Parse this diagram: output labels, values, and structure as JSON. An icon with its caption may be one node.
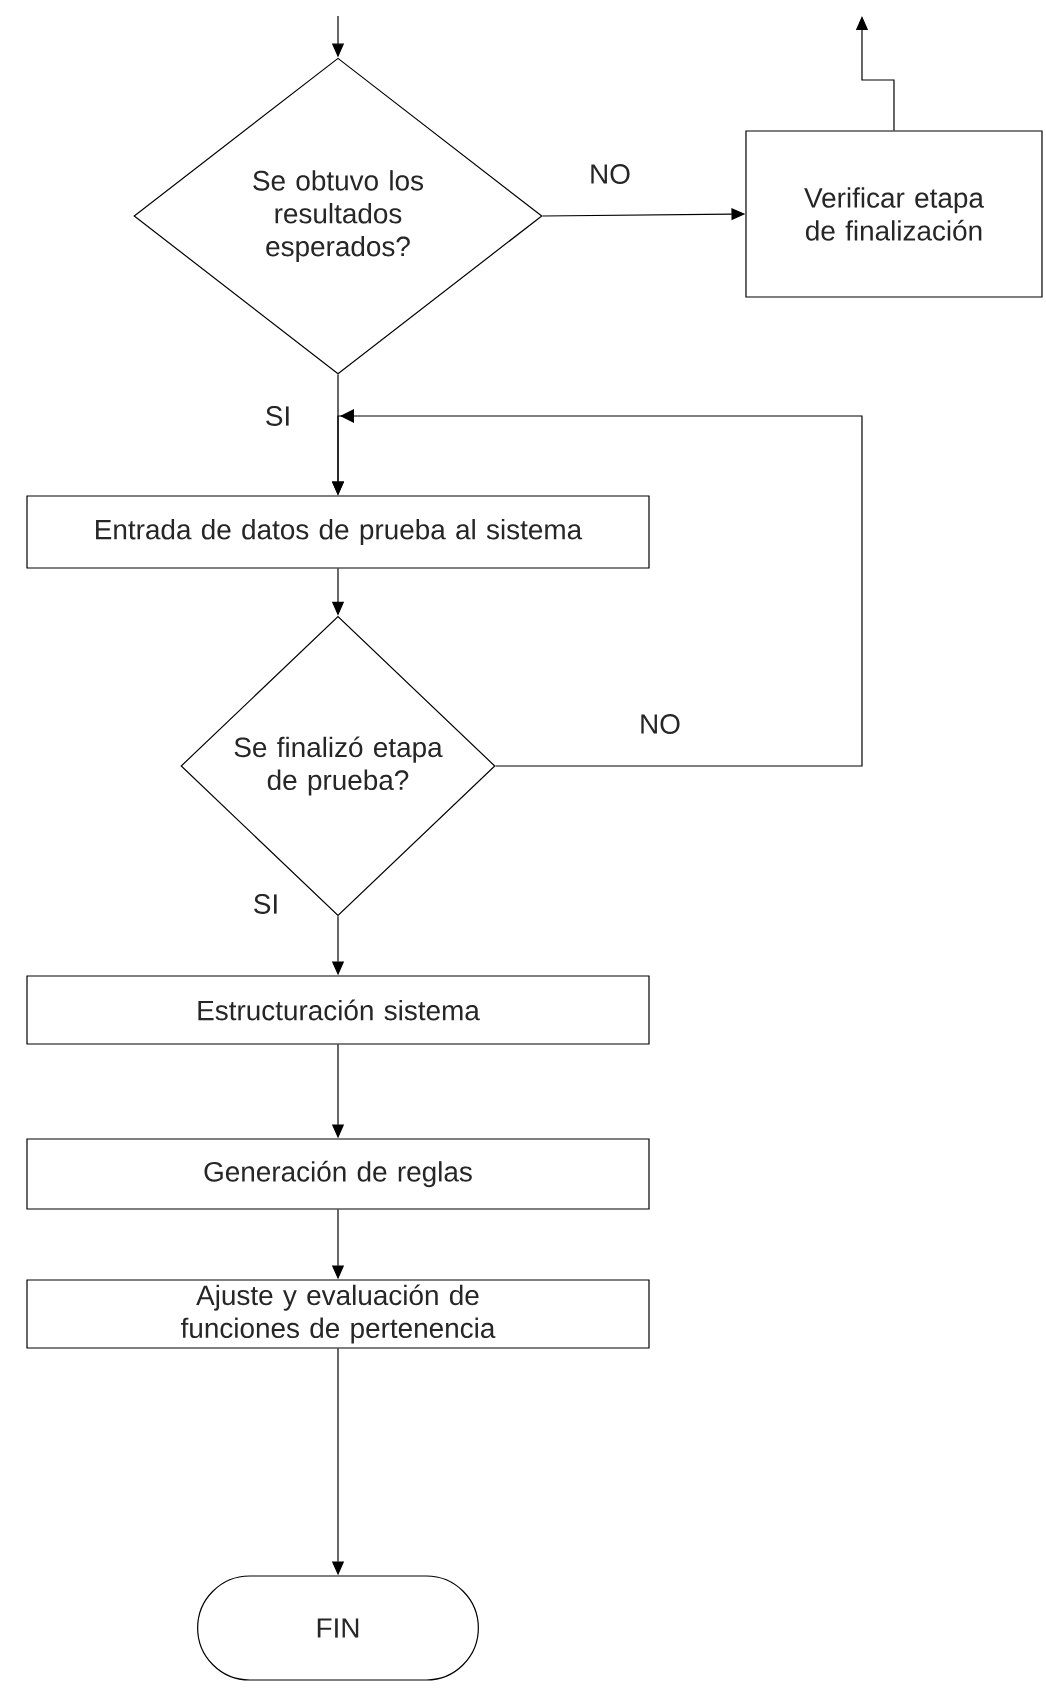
{
  "diagram": {
    "nodes": [
      {
        "text": [
          "Se obtuvo los resultados esperados?"
        ]
      },
      {
        "text": [
          "Verificar etapa de finalización"
        ]
      },
      {
        "text": [
          "Entrada de datos de prueba al sistema"
        ]
      },
      {
        "text": [
          "Se finalizó etapa de prueba?"
        ]
      },
      {
        "text": [
          "Estructuración sistema"
        ]
      },
      {
        "text": [
          "Generación de reglas"
        ]
      },
      {
        "text": [
          "Ajuste y evaluación de funciones de pertenencia"
        ]
      },
      {
        "text": [
          "FIN"
        ]
      }
    ],
    "edges": [
      {
        "from": null,
        "to": 0,
        "arrow": "to"
      },
      {
        "from": 0,
        "to": 1,
        "arrow": "to",
        "label": "NO"
      },
      {
        "from": 1,
        "to": null,
        "arrow": "to"
      },
      {
        "from": 0,
        "to": 2,
        "arrow": "to",
        "label": "SI"
      },
      {
        "from": 3,
        "to": 2,
        "arrow": "to",
        "label": "NO"
      },
      {
        "from": 2,
        "to": 3,
        "arrow": "to"
      },
      {
        "from": 3,
        "to": 4,
        "arrow": "to",
        "label": "SI"
      },
      {
        "from": 4,
        "to": 5,
        "arrow": "to"
      },
      {
        "from": 5,
        "to": 6,
        "arrow": "to"
      },
      {
        "from": 6,
        "to": 7,
        "arrow": "to"
      }
    ]
  }
}
